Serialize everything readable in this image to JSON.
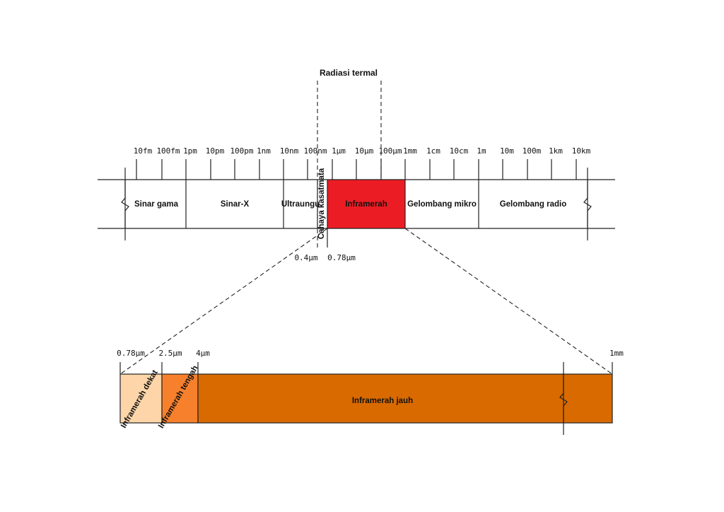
{
  "title": "Radiasi termal",
  "top_scale": {
    "ticks": [
      "10fm",
      "100fm",
      "1pm",
      "10pm",
      "100pm",
      "1nm",
      "10nm",
      "100nm",
      "1μm",
      "10μm",
      "100μm",
      "1mm",
      "1cm",
      "10cm",
      "1m",
      "10m",
      "100m",
      "1km",
      "10km"
    ],
    "bands": [
      "Sinar gama",
      "Sinar-X",
      "Ultraungu",
      "Cahaya kasatmata",
      "Inframerah",
      "Gelombang mikro",
      "Gelombang radio"
    ],
    "visible_bounds": [
      "0.4μm",
      "0.78μm"
    ]
  },
  "bottom_scale": {
    "ticks": [
      "0.78μm",
      "2.5μm",
      "4μm",
      "1mm"
    ],
    "bands": [
      "Inframerah dekat",
      "Inframerah tengah",
      "Inframerah jauh"
    ]
  },
  "colors": {
    "inframerah": "#ec1c24",
    "inframerah_dekat": "#fdd5a8",
    "inframerah_tengah": "#f7802c",
    "inframerah_jauh": "#d96a00"
  }
}
